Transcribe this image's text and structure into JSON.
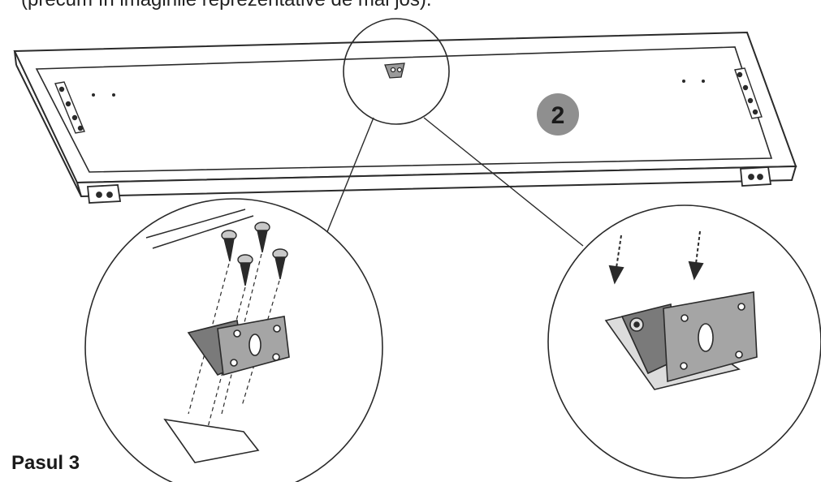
{
  "document": {
    "caption_top": "(precum în imaginile reprezentative de mai jos).",
    "step_label": "Pasul 3",
    "step_badge_number": "2"
  },
  "colors": {
    "line": "#2a2a2a",
    "badge_fill": "#8f8f8f",
    "bracket_fill": "#9a9a9a",
    "bracket_dark": "#5a5a5a"
  },
  "icons": [
    "screw-icon",
    "bracket-icon",
    "arrow-down-icon"
  ]
}
